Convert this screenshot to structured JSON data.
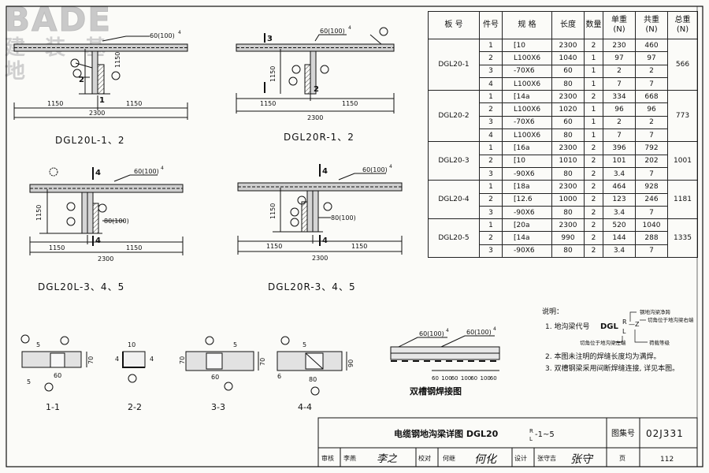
{
  "logo": {
    "brand": "BADE",
    "subtitle": "建 装 基 地"
  },
  "table": {
    "headers": {
      "plate": "板 号",
      "part": "件号",
      "spec": "规 格",
      "length": "长度",
      "qty": "数量",
      "unit": "单重",
      "unit_sub": "(N)",
      "sum": "共重",
      "sum_sub": "(N)",
      "total": "总重",
      "total_sub": "(N)"
    },
    "groups": [
      {
        "name": "DGL20-1",
        "total": "566",
        "rows": [
          {
            "no": "1",
            "spec": "[10",
            "len": "2300",
            "qty": "2",
            "unit": "230",
            "sum": "460"
          },
          {
            "no": "2",
            "spec": "L100X6",
            "len": "1040",
            "qty": "1",
            "unit": "97",
            "sum": "97"
          },
          {
            "no": "3",
            "spec": "-70X6",
            "len": "60",
            "qty": "1",
            "unit": "2",
            "sum": "2"
          },
          {
            "no": "4",
            "spec": "L100X6",
            "len": "80",
            "qty": "1",
            "unit": "7",
            "sum": "7"
          }
        ]
      },
      {
        "name": "DGL20-2",
        "total": "773",
        "rows": [
          {
            "no": "1",
            "spec": "[14a",
            "len": "2300",
            "qty": "2",
            "unit": "334",
            "sum": "668"
          },
          {
            "no": "2",
            "spec": "L100X6",
            "len": "1020",
            "qty": "1",
            "unit": "96",
            "sum": "96"
          },
          {
            "no": "3",
            "spec": "-70X6",
            "len": "60",
            "qty": "1",
            "unit": "2",
            "sum": "2"
          },
          {
            "no": "4",
            "spec": "L100X6",
            "len": "80",
            "qty": "1",
            "unit": "7",
            "sum": "7"
          }
        ]
      },
      {
        "name": "DGL20-3",
        "total": "1001",
        "rows": [
          {
            "no": "1",
            "spec": "[16a",
            "len": "2300",
            "qty": "2",
            "unit": "396",
            "sum": "792"
          },
          {
            "no": "2",
            "spec": "[10",
            "len": "1010",
            "qty": "2",
            "unit": "101",
            "sum": "202"
          },
          {
            "no": "3",
            "spec": "-90X6",
            "len": "80",
            "qty": "2",
            "unit": "3.4",
            "sum": "7"
          }
        ]
      },
      {
        "name": "DGL20-4",
        "total": "1181",
        "rows": [
          {
            "no": "1",
            "spec": "[18a",
            "len": "2300",
            "qty": "2",
            "unit": "464",
            "sum": "928"
          },
          {
            "no": "2",
            "spec": "[12.6",
            "len": "1000",
            "qty": "2",
            "unit": "123",
            "sum": "246"
          },
          {
            "no": "3",
            "spec": "-90X6",
            "len": "80",
            "qty": "2",
            "unit": "3.4",
            "sum": "7"
          }
        ]
      },
      {
        "name": "DGL20-5",
        "total": "1335",
        "rows": [
          {
            "no": "1",
            "spec": "[20a",
            "len": "2300",
            "qty": "2",
            "unit": "520",
            "sum": "1040"
          },
          {
            "no": "2",
            "spec": "[14a",
            "len": "990",
            "qty": "2",
            "unit": "144",
            "sum": "288"
          },
          {
            "no": "3",
            "spec": "-90X6",
            "len": "80",
            "qty": "2",
            "unit": "3.4",
            "sum": "7"
          }
        ]
      }
    ]
  },
  "drawings": {
    "d1": {
      "label": "DGL20L-1、2",
      "weld": "60(100)",
      "weld_sub": "4",
      "dim_left": "1150",
      "dim_right": "1150",
      "dim_total": "2300",
      "height": "1150",
      "sec_no": "2",
      "sec_no2": "1"
    },
    "d2": {
      "label": "DGL20R-1、2",
      "weld": "60(100)",
      "weld_sub": "4",
      "dim_left": "1150",
      "dim_right": "1150",
      "dim_total": "2300",
      "height": "1150",
      "sec_no": "3",
      "sec_no2": "2"
    },
    "d3": {
      "label": "DGL20L-3、4、5",
      "weld": "60(100)",
      "weld_sub": "4",
      "weld2": "80(100)",
      "dim_left": "1150",
      "dim_right": "1150",
      "dim_total": "2300",
      "height": "1150",
      "sec_no": "4"
    },
    "d4": {
      "label": "DGL20R-3、4、5",
      "weld": "60(100)",
      "weld_sub": "4",
      "weld2": "80(100)",
      "dim_left": "1150",
      "dim_right": "1150",
      "dim_total": "2300",
      "height": "1150",
      "sec_no": "4"
    }
  },
  "sections": {
    "s11": {
      "label": "1-1",
      "d1": "5",
      "d2": "5",
      "d3": "60",
      "d4": "70"
    },
    "s22": {
      "label": "2-2",
      "d1": "4",
      "d2": "10"
    },
    "s33": {
      "label": "3-3",
      "d1": "5",
      "d2": "60",
      "d3": "70",
      "d4": "70"
    },
    "s44": {
      "label": "4-4",
      "d1": "6",
      "d2": "5",
      "d3": "80",
      "d4": "90"
    }
  },
  "weld_detail": {
    "label": "双槽钢焊接图",
    "weld1": "60(100)",
    "weld2": "60(100)",
    "sub": "4",
    "dims": [
      "60",
      "100",
      "60",
      "100",
      "60",
      "100",
      "60"
    ]
  },
  "notes": {
    "title": "说明：",
    "n1": "1. 地沟梁代号",
    "code": "DGL",
    "code_sub1": "R",
    "code_sub2": "L",
    "code_dash": "—Z",
    "a1": "钢地沟梁净跨",
    "a2": "切角位于地沟梁右端",
    "a3": "切角位于地沟梁左端",
    "a4": "荷载等级",
    "n2": "2. 本图未注明的焊缝长度均为满焊。",
    "n3": "3. 双槽钢梁采用间断焊缝连接, 详见本图。"
  },
  "title_block": {
    "title": "电缆钢地沟梁详图 DGL20",
    "title_r": "R",
    "title_l": "L",
    "title_suffix": "-1~5",
    "atlas_label": "图集号",
    "atlas_no": "02J331",
    "review": "审核",
    "reviewer": "李燕",
    "check": "校对",
    "checker": "何继",
    "design": "设计",
    "designer": "张守吉",
    "page_label": "页",
    "page_no": "112"
  }
}
